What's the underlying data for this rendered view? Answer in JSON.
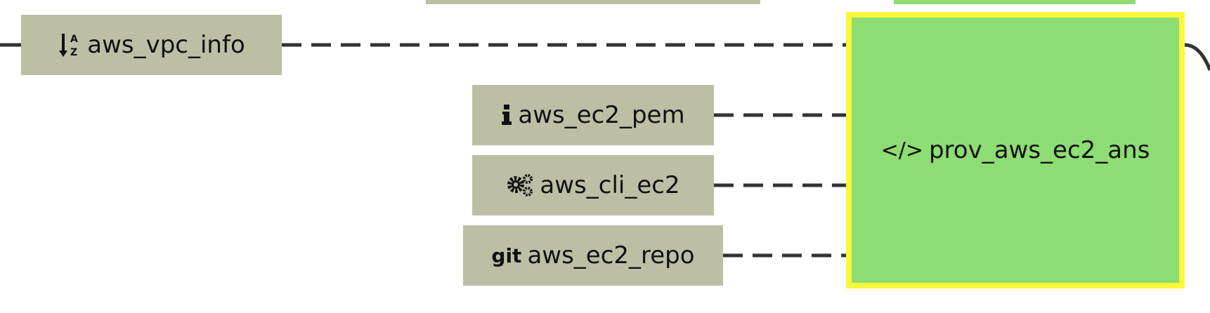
{
  "colors": {
    "input_node_fill": "#bcbfa4",
    "target_node_fill": "#8edc74",
    "target_node_border": "#fbf73a",
    "edge_stroke": "#333333"
  },
  "nodes": {
    "aws_vpc_info": {
      "label": "aws_vpc_info",
      "icon": "sort-alpha-down-icon"
    },
    "aws_ec2_pem": {
      "label": "aws_ec2_pem",
      "icon": "info-icon"
    },
    "aws_cli_ec2": {
      "label": "aws_cli_ec2",
      "icon": "gears-icon"
    },
    "aws_ec2_repo": {
      "label": "aws_ec2_repo",
      "icon": "git-icon",
      "icon_text": "git"
    },
    "prov_aws_ec2_ans": {
      "label": "prov_aws_ec2_ans",
      "icon": "code-icon",
      "icon_text": "</>"
    }
  },
  "edges": [
    {
      "from": "aws_vpc_info",
      "to": "prov_aws_ec2_ans",
      "style": "dashed"
    },
    {
      "from": "aws_ec2_pem",
      "to": "prov_aws_ec2_ans",
      "style": "dashed"
    },
    {
      "from": "aws_cli_ec2",
      "to": "prov_aws_ec2_ans",
      "style": "dashed"
    },
    {
      "from": "aws_ec2_repo",
      "to": "prov_aws_ec2_ans",
      "style": "dashed"
    }
  ]
}
